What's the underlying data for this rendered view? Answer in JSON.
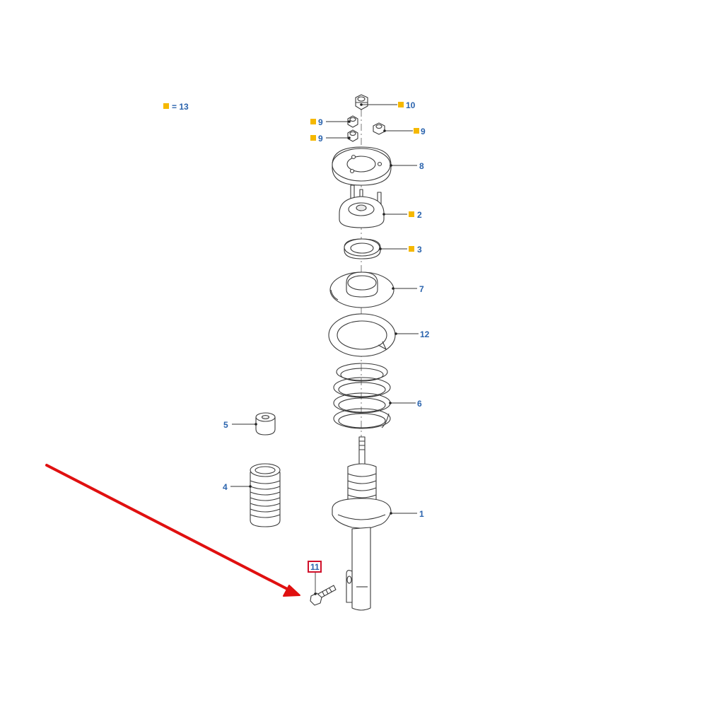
{
  "legend": {
    "label": "= 13",
    "marker_color": "#f5b800"
  },
  "callouts": [
    {
      "id": "10",
      "label": "10",
      "marked": true
    },
    {
      "id": "9a",
      "label": "9",
      "marked": true
    },
    {
      "id": "9b",
      "label": "9",
      "marked": true
    },
    {
      "id": "9c",
      "label": "9",
      "marked": true
    },
    {
      "id": "8",
      "label": "8",
      "marked": false
    },
    {
      "id": "2",
      "label": "2",
      "marked": true
    },
    {
      "id": "3",
      "label": "3",
      "marked": true
    },
    {
      "id": "7",
      "label": "7",
      "marked": false
    },
    {
      "id": "12",
      "label": "12",
      "marked": false
    },
    {
      "id": "6",
      "label": "6",
      "marked": false
    },
    {
      "id": "5",
      "label": "5",
      "marked": false
    },
    {
      "id": "4",
      "label": "4",
      "marked": false
    },
    {
      "id": "1",
      "label": "1",
      "marked": false
    },
    {
      "id": "11",
      "label": "11",
      "marked": false,
      "highlighted": true
    }
  ],
  "colors": {
    "callout_text": "#2a63ad",
    "marker": "#f5b800",
    "highlight_box": "#d0102a",
    "arrow": "#e01010",
    "line": "#3a3a3a"
  }
}
